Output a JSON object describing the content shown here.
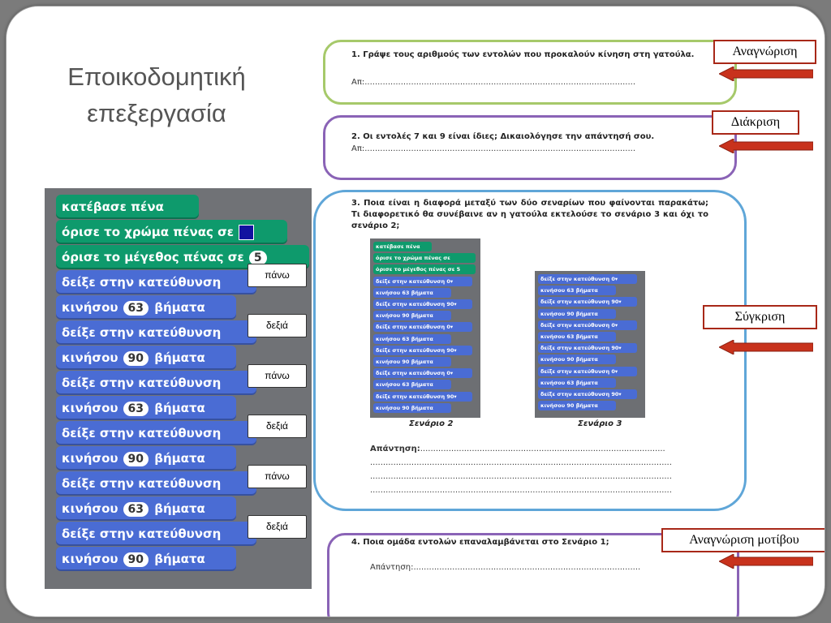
{
  "slide": {
    "title": "Εποικοδομητική επεξεργασία"
  },
  "scratch": {
    "blocks": [
      {
        "kind": "pen",
        "text": "κατέβασε πένα"
      },
      {
        "kind": "pen",
        "text": "όρισε το χρώμα πένας σε"
      },
      {
        "kind": "pen",
        "text": "όρισε το μέγεθος πένας σε",
        "value": "5"
      },
      {
        "kind": "motion",
        "text": "δείξε στην κατεύθυνση",
        "tag": "πάνω"
      },
      {
        "kind": "motion",
        "text": "κινήσου",
        "value": "63",
        "suffix": "βήματα"
      },
      {
        "kind": "motion",
        "text": "δείξε στην κατεύθυνση",
        "tag": "δεξιά"
      },
      {
        "kind": "motion",
        "text": "κινήσου",
        "value": "90",
        "suffix": "βήματα"
      },
      {
        "kind": "motion",
        "text": "δείξε στην κατεύθυνση",
        "tag": "πάνω"
      },
      {
        "kind": "motion",
        "text": "κινήσου",
        "value": "63",
        "suffix": "βήματα"
      },
      {
        "kind": "motion",
        "text": "δείξε στην κατεύθυνση",
        "tag": "δεξιά"
      },
      {
        "kind": "motion",
        "text": "κινήσου",
        "value": "90",
        "suffix": "βήματα"
      },
      {
        "kind": "motion",
        "text": "δείξε στην κατεύθυνση",
        "tag": "πάνω"
      },
      {
        "kind": "motion",
        "text": "κινήσου",
        "value": "63",
        "suffix": "βήματα"
      },
      {
        "kind": "motion",
        "text": "δείξε στην κατεύθυνση",
        "tag": "δεξιά"
      },
      {
        "kind": "motion",
        "text": "κινήσου",
        "value": "90",
        "suffix": "βήματα"
      }
    ]
  },
  "worksheet": {
    "q1": {
      "text": "1. Γράψε τους αριθμούς των εντολών που προκαλούν κίνηση στη γατούλα.",
      "answer_prefix": "Απ:"
    },
    "q2": {
      "text": "2. Οι εντολές 7 και 9 είναι ίδιες; Δικαιολόγησε την απάντησή σου.",
      "answer_prefix": "Απ:"
    },
    "q3": {
      "text": "3. Ποια είναι η διαφορά μεταξύ των δύο σεναρίων που φαίνονται παρακάτω; Τι διαφορετικό θα συνέβαινε αν η γατούλα εκτελούσε το σενάριο 3 και όχι το σενάριο 2;",
      "answer_prefix": "Απάντηση:",
      "caption2": "Σενάριο 2",
      "caption3": "Σενάριο 3"
    },
    "q4": {
      "text": "4. Ποια ομάδα εντολών επαναλαμβάνεται στο Σενάριο 1;",
      "answer_prefix": "Απάντηση:"
    }
  },
  "mini2": [
    "κατέβασε πένα",
    "όρισε το χρώμα πένας σε",
    "όρισε το μέγεθος πένας σε 5",
    "δείξε στην κατεύθυνση 0▾",
    "κινήσου 63 βήματα",
    "δείξε στην κατεύθυνση 90▾",
    "κινήσου 90 βήματα",
    "δείξε στην κατεύθυνση 0▾",
    "κινήσου 63 βήματα",
    "δείξε στην κατεύθυνση 90▾",
    "κινήσου 90 βήματα",
    "δείξε στην κατεύθυνση 0▾",
    "κινήσου 63 βήματα",
    "δείξε στην κατεύθυνση 90▾",
    "κινήσου 90 βήματα"
  ],
  "mini3": [
    "δείξε στην κατεύθυνση 0▾",
    "κινήσου 63 βήματα",
    "δείξε στην κατεύθυνση 90▾",
    "κινήσου 90 βήματα",
    "δείξε στην κατεύθυνση 0▾",
    "κινήσου 63 βήματα",
    "δείξε στην κατεύθυνση 90▾",
    "κινήσου 90 βήματα",
    "δείξε στην κατεύθυνση 0▾",
    "κινήσου 63 βήματα",
    "δείξε στην κατεύθυνση 90▾",
    "κινήσου 90 βήματα"
  ],
  "labels": {
    "l1": "Αναγνώριση",
    "l2": "Διάκριση",
    "l3": "Σύγκριση",
    "l4": "Αναγνώριση μοτίβου"
  },
  "colors": {
    "pen": "#0e9a6c",
    "motion": "#4a6cd4",
    "label_border": "#a82818",
    "arrow": "#c8321c"
  }
}
